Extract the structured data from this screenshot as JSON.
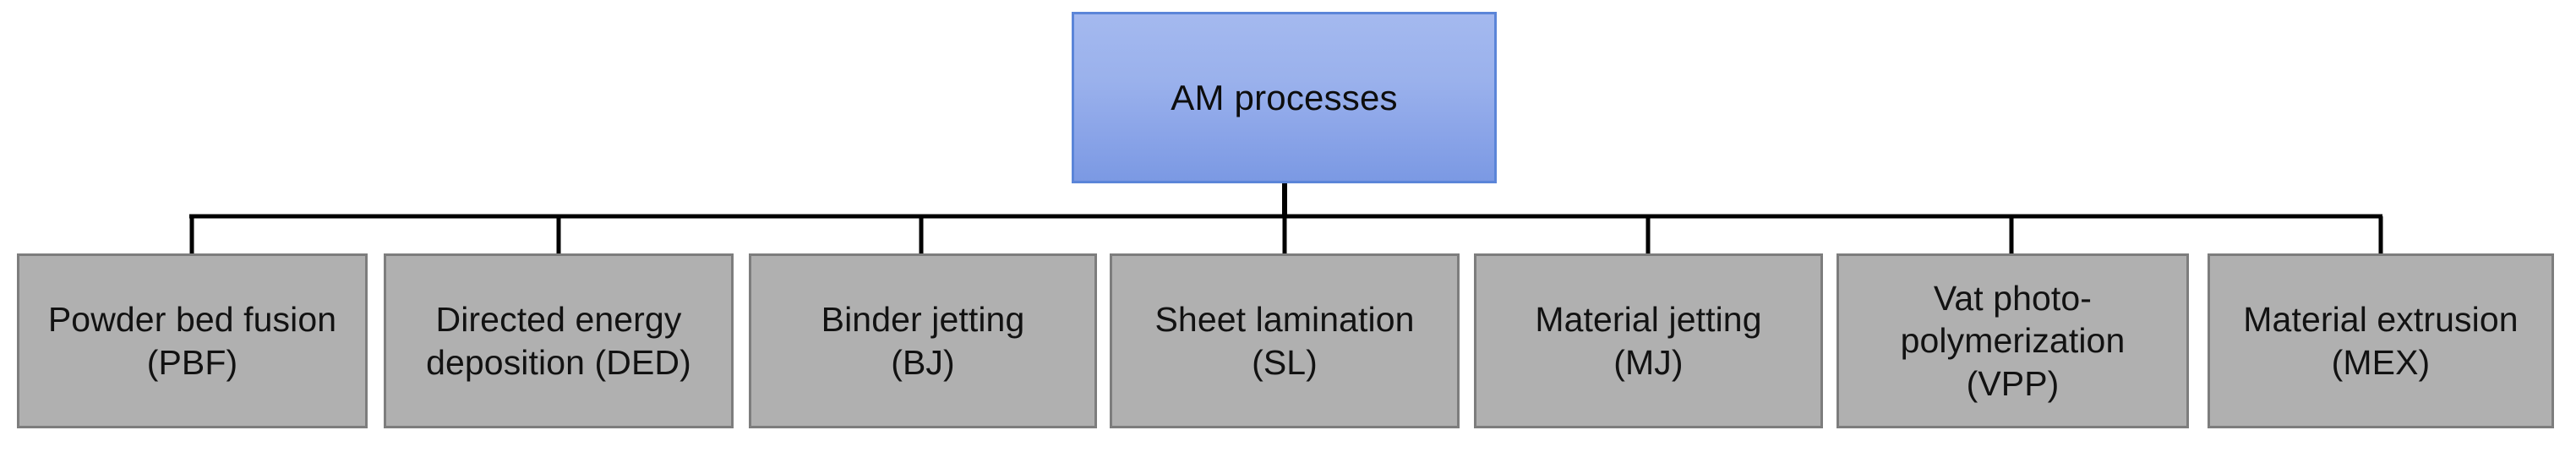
{
  "diagram": {
    "title": "AM processes taxonomy",
    "type": "tree-hierarchy",
    "orientation": "top-down",
    "levels": 2,
    "colors": {
      "root_fill_top": "#a4b9ef",
      "root_fill_bottom": "#7b99e3",
      "root_border": "#5b85d8",
      "leaf_fill": "#b0b0b0",
      "leaf_border": "#7d7d7d",
      "connector": "#000000",
      "text": "#121212",
      "background": "#ffffff"
    },
    "root": {
      "label": "AM processes",
      "id": "am-processes"
    },
    "children": [
      {
        "id": "pbf",
        "label": "Powder bed fusion\n(PBF)",
        "name": "Powder bed fusion",
        "abbr": "PBF"
      },
      {
        "id": "ded",
        "label": "Directed energy\ndeposition (DED)",
        "name": "Directed energy deposition",
        "abbr": "DED"
      },
      {
        "id": "bj",
        "label": "Binder jetting\n(BJ)",
        "name": "Binder jetting",
        "abbr": "BJ"
      },
      {
        "id": "sl",
        "label": "Sheet lamination\n(SL)",
        "name": "Sheet lamination",
        "abbr": "SL"
      },
      {
        "id": "mj",
        "label": "Material jetting\n(MJ)",
        "name": "Material jetting",
        "abbr": "MJ"
      },
      {
        "id": "vpp",
        "label": "Vat photo-\npolymerization\n(VPP)",
        "name": "Vat photo-polymerization",
        "abbr": "VPP"
      },
      {
        "id": "mex",
        "label": "Material extrusion\n(MEX)",
        "name": "Material extrusion",
        "abbr": "MEX"
      }
    ]
  }
}
